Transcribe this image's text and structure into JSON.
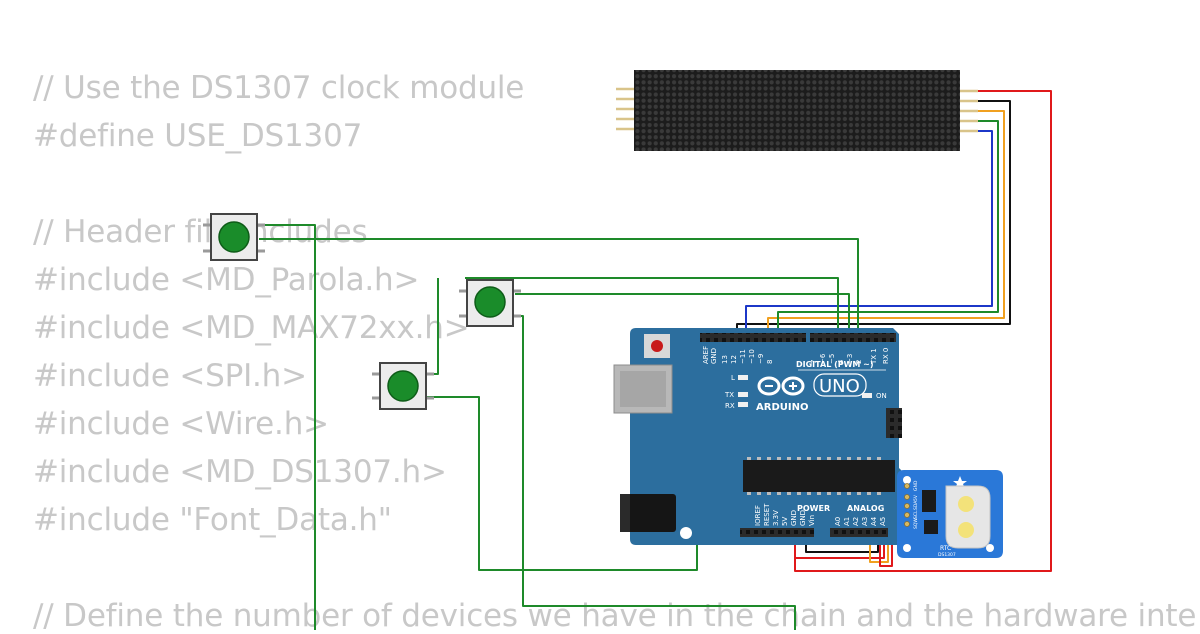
{
  "code_lines": [
    "// Use the DS1307 clock module",
    "#define USE_DS1307",
    "",
    "// Header file includes",
    "#include <MD_Parola.h>",
    "#include <MD_MAX72xx.h>",
    "#include <SPI.h>",
    "#include <Wire.h>",
    "#include <MD_DS1307.h>",
    "#include \"Font_Data.h\"",
    "",
    "// Define the number of devices we have in the chain and the hardware inte"
  ],
  "arduino": {
    "logo_text": "ARDUINO",
    "model": "UNO",
    "digital_label": "DIGITAL (PWM ~)",
    "power_label": "POWER",
    "analog_label": "ANALOG",
    "led_l": "L",
    "led_tx": "TX",
    "led_rx": "RX",
    "led_on": "ON",
    "top_pins": [
      "AREF",
      "GND",
      "13",
      "12",
      "~11",
      "~10",
      "~9",
      "8",
      "7",
      "~6",
      "~5",
      "4",
      "~3",
      "2",
      "TX 1",
      "RX 0"
    ],
    "power_pins": [
      "IOREF",
      "RESET",
      "3.3V",
      "5V",
      "GND",
      "GND",
      "Vin"
    ],
    "analog_pins": [
      "A0",
      "A1",
      "A2",
      "A3",
      "A4",
      "A5"
    ]
  },
  "rtc": {
    "label": "RTC",
    "chip": "DS1307",
    "pins": [
      "GND",
      "5V",
      "SDA",
      "SCL",
      "SQW"
    ]
  },
  "colors": {
    "board": "#2c6e9e",
    "wire_green": "#1e8a2a",
    "wire_red": "#e0191b",
    "wire_black": "#111111",
    "wire_blue": "#1c37c8",
    "wire_orange": "#f0a020",
    "wire_yellow": "#d6b400",
    "button_cap": "#1a8c2a",
    "matrix": "#202020",
    "rtc_board": "#2a78d8"
  },
  "components": {
    "buttons": [
      "pushbutton-1",
      "pushbutton-2",
      "pushbutton-3"
    ],
    "matrix": "max7219-led-matrix",
    "board": "arduino-uno",
    "clock": "ds1307-rtc-module"
  }
}
